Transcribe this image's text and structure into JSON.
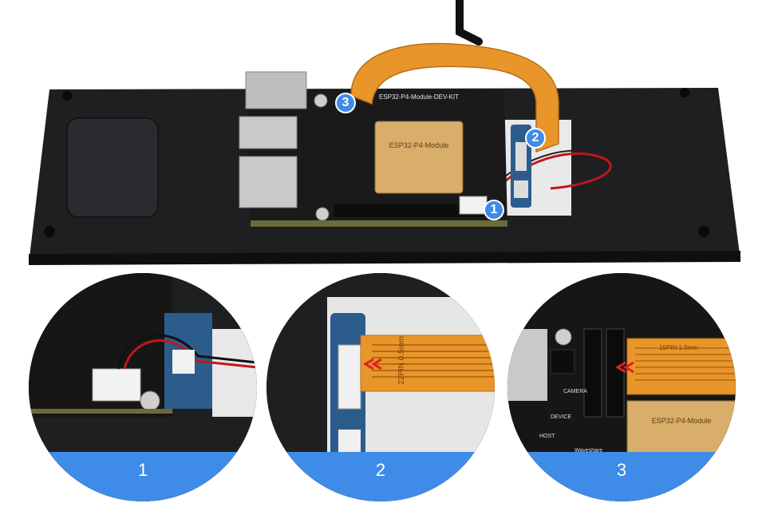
{
  "hero": {
    "module_label": "ESP32-P4-Module",
    "board_label": "ESP32-P4-Module-DEV-KIT",
    "brand": "Waveshare",
    "badges": [
      "3",
      "2",
      "1"
    ]
  },
  "details": [
    {
      "number": "1"
    },
    {
      "number": "2",
      "fpc_label": "22PIN 0.5mm"
    },
    {
      "number": "3",
      "fpc_label": "15PIN 1.0mm",
      "camera_label": "CAMERA",
      "device_label": "DEVICE",
      "host_label": "HOST"
    }
  ],
  "colors": {
    "accent": "#3f8be8",
    "panel": "#1e1f21",
    "fpc": "#e8952a",
    "pcb": "#1a1a1a"
  }
}
